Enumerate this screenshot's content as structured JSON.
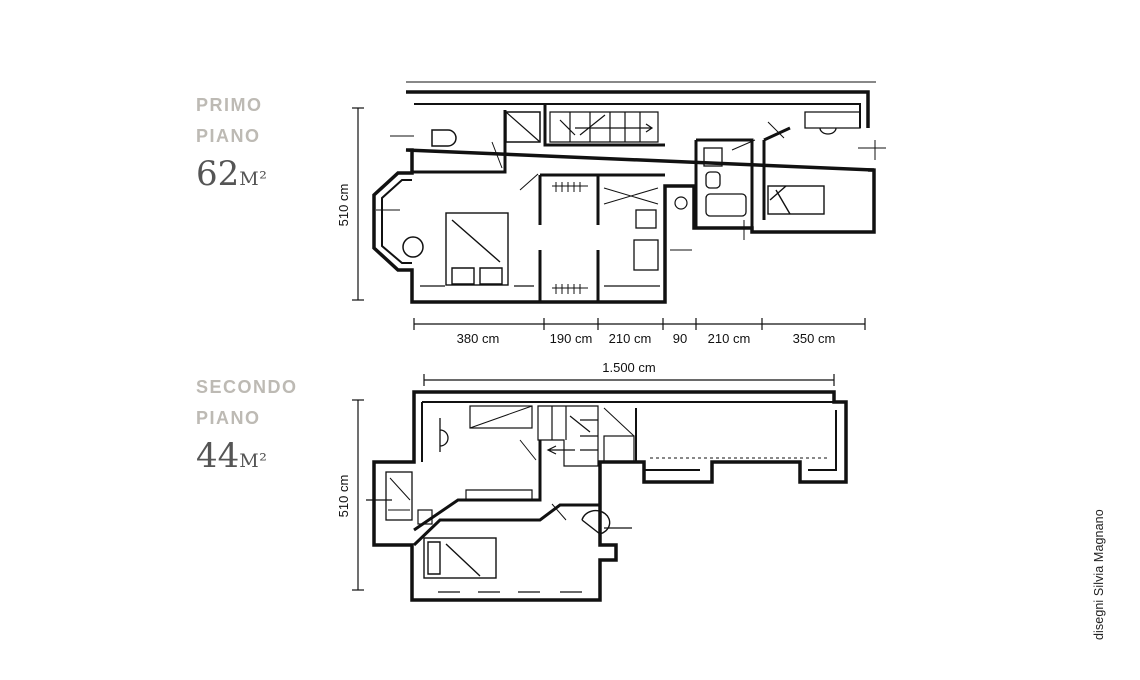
{
  "floors": {
    "primo": {
      "name_line1": "PRIMO",
      "name_line2": "PIANO",
      "area_number": "62",
      "area_unit": "M²"
    },
    "secondo": {
      "name_line1": "SECONDO",
      "name_line2": "PIANO",
      "area_number": "44",
      "area_unit": "M²"
    }
  },
  "dimensions": {
    "height_primo": "510 cm",
    "height_secondo": "510 cm",
    "total_width": "1.500 cm",
    "segments": [
      "380 cm",
      "190 cm",
      "210 cm",
      "90",
      "210 cm",
      "350 cm"
    ]
  },
  "credit": "disegni Silvia Magnano"
}
